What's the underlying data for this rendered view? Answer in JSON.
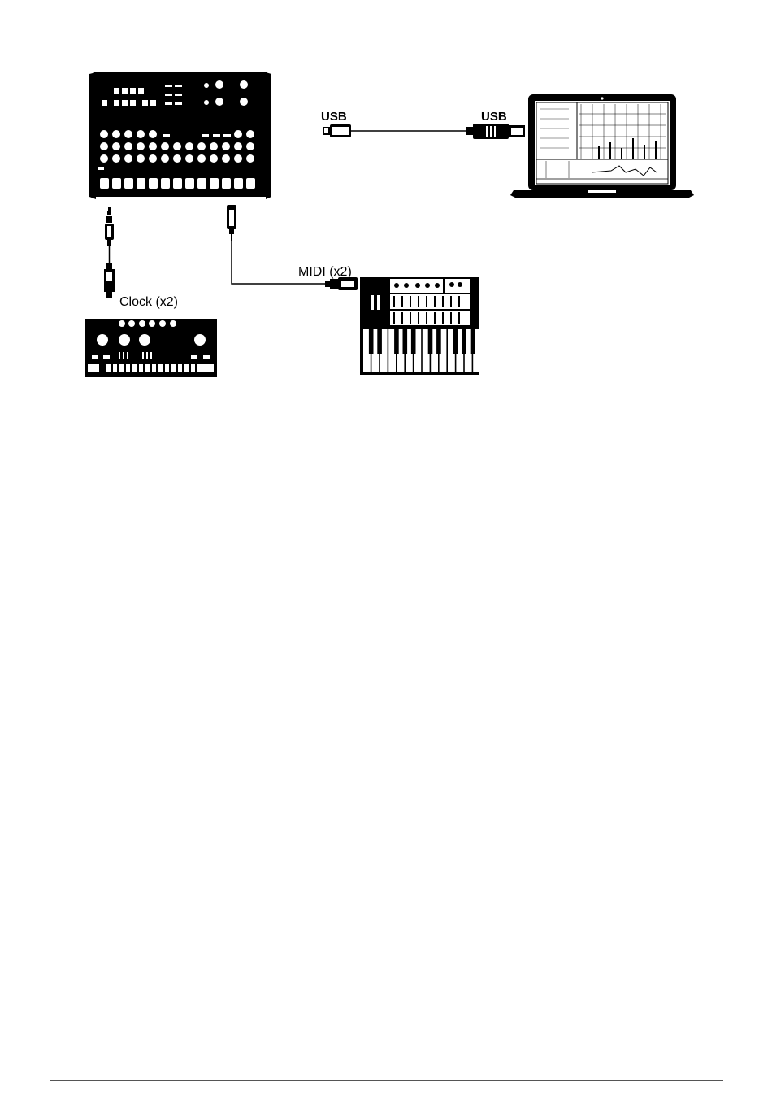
{
  "labels": {
    "usb_left": "USB",
    "usb_right": "USB",
    "midi": "MIDI (x2)",
    "clock": "Clock (x2)"
  },
  "devices": {
    "sequencer": "sequencer",
    "laptop": "laptop",
    "synthesizer": "keyboard-synthesizer",
    "drum_machine": "drum-machine"
  },
  "colors": {
    "ink": "#000000",
    "paper": "#ffffff",
    "rule": "#555555"
  }
}
